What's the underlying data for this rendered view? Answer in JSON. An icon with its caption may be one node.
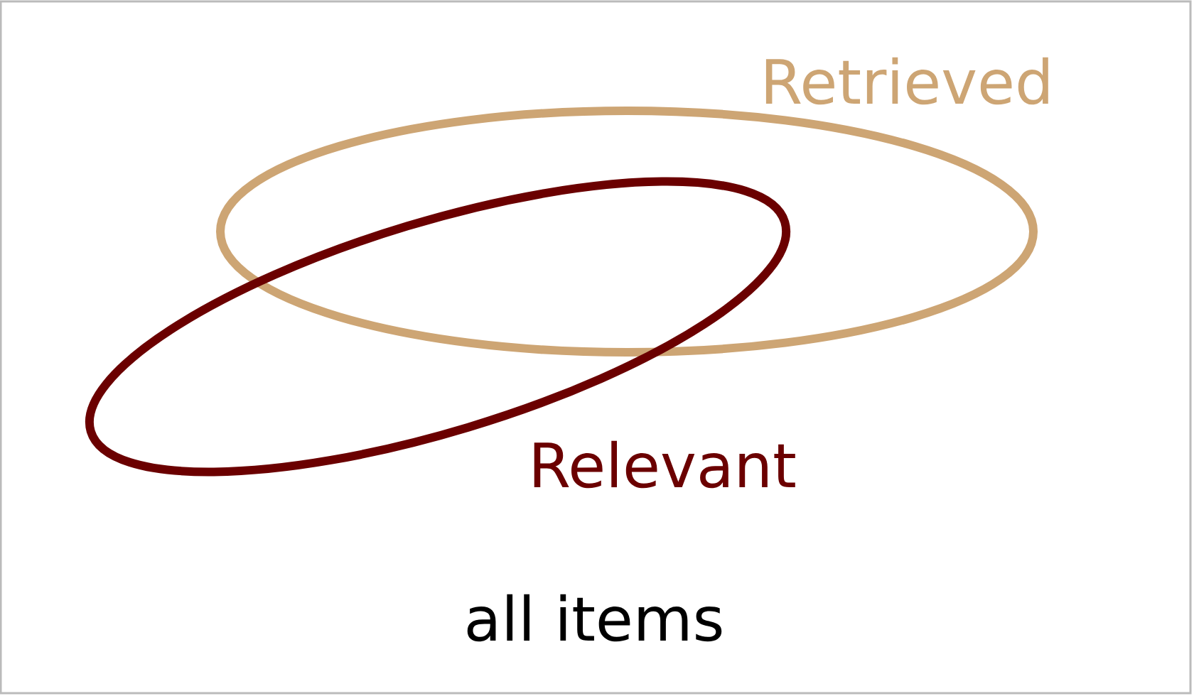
{
  "diagram": {
    "nodes": [
      {
        "text": [
          "all items"
        ]
      },
      {
        "text": [
          "Retrieved"
        ],
        "in": 0
      },
      {
        "text": [
          "Relevant"
        ],
        "in": 0
      }
    ]
  }
}
